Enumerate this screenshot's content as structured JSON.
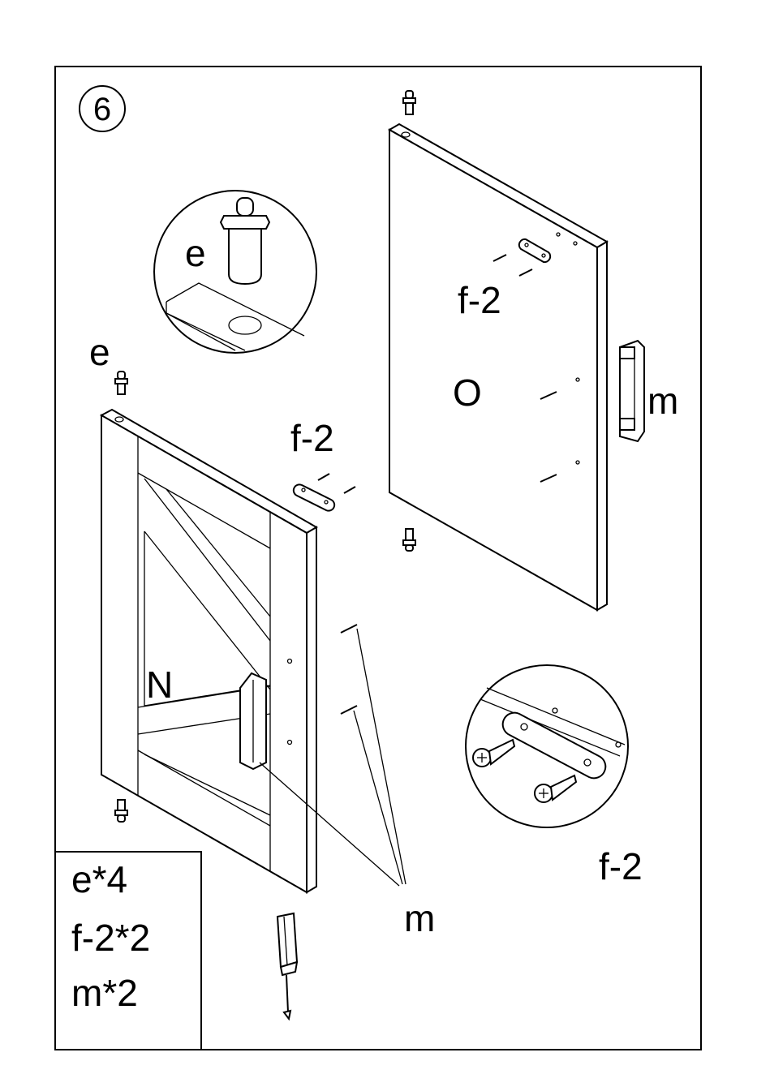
{
  "step": {
    "number": "6"
  },
  "labels": {
    "detail_e": "e",
    "peg_e": "e",
    "panel_n": "N",
    "panel_o": "O",
    "plate_f2_top": "f-2",
    "plate_f2_left": "f-2",
    "plate_f2_detail": "f-2",
    "handle_m_right": "m",
    "handle_m_bottom": "m"
  },
  "parts_list": [
    {
      "text": "e*4"
    },
    {
      "text": "f-2*2"
    },
    {
      "text": "m*2"
    }
  ],
  "icons": [
    "screwdriver-icon",
    "screw-icon",
    "peg-icon",
    "handle-icon",
    "plate-icon"
  ]
}
